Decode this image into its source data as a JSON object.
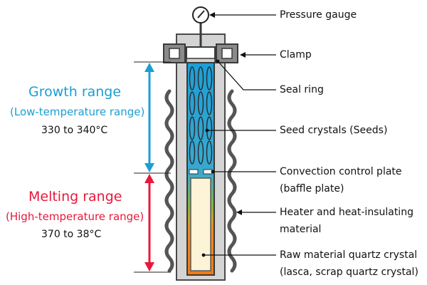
{
  "labels": {
    "pressure_gauge": "Pressure gauge",
    "clamp": "Clamp",
    "seal_ring": "Seal ring",
    "seed_crystals": "Seed crystals (Seeds)",
    "convection_control_plate": "Convection control plate",
    "baffle_plate": "(baffle plate)",
    "heater_line1": "Heater and heat-insulating",
    "heater_line2": "material",
    "raw_material_line1": "Raw material quartz crystal",
    "raw_material_line2": "(lasca, scrap quartz crystal)"
  },
  "ranges": {
    "growth": {
      "title": "Growth range",
      "subtitle": "(Low-temperature range)",
      "temperature": "330 to 340°C",
      "color": "#1a9fd2"
    },
    "melting": {
      "title": "Melting range",
      "subtitle": "(High-temperature range)",
      "temperature": "370 to 38°C",
      "color": "#e8183c"
    }
  },
  "colors": {
    "vessel_gray": "#d4d4d4",
    "vessel_outline": "#4a4a4a",
    "clamp_gray": "#888888",
    "growth_blue": "#1fa0d4",
    "transition_green": "#7bb84a",
    "melt_orange": "#f08a1e",
    "raw_material_fill": "#fdf3d6"
  }
}
